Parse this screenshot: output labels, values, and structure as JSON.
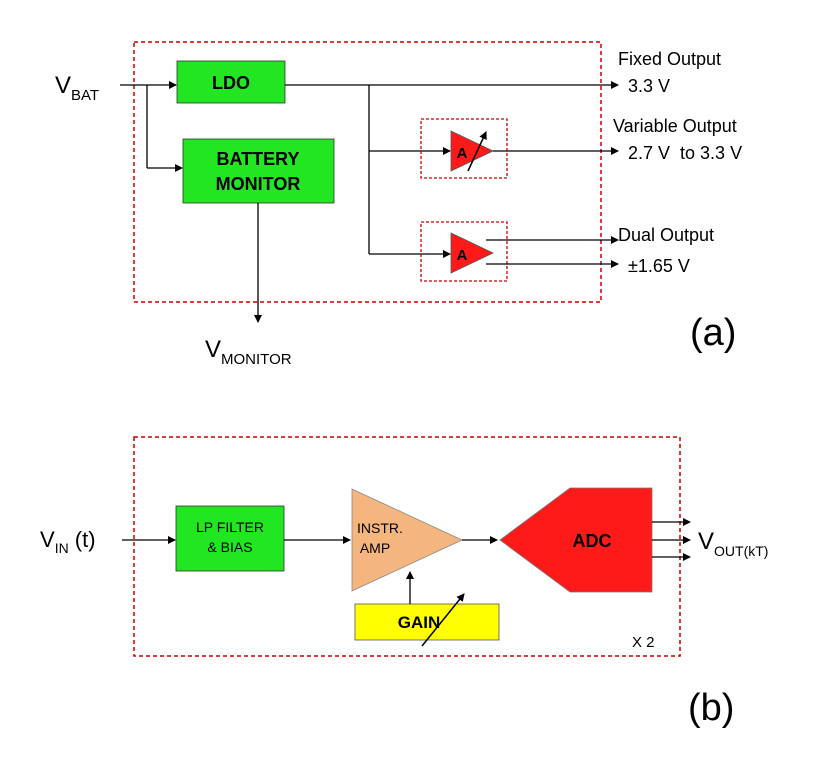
{
  "colors": {
    "green": "#22e622",
    "red": "#ff1a1a",
    "orange": "#f4b67e",
    "yellow": "#ffff00",
    "dashed_border": "#cc0000"
  },
  "diagram_a": {
    "input": {
      "main": "V",
      "sub": "BAT"
    },
    "ldo": "LDO",
    "battery_monitor": [
      "BATTERY",
      "MONITOR"
    ],
    "amp_label_1": "A",
    "amp_label_2": "A",
    "fixed_output": [
      "Fixed Output",
      "3.3 V"
    ],
    "variable_output": [
      "Variable Output",
      "2.7 V  to 3.3 V"
    ],
    "dual_output": [
      "Dual Output",
      "±1.65 V"
    ],
    "monitor_output": {
      "main": "V",
      "sub": "MONITOR"
    },
    "panel_label": "(a)"
  },
  "diagram_b": {
    "input": {
      "main": "V",
      "sub": "IN",
      "suffix": " (t)"
    },
    "lp_filter": [
      "LP FILTER",
      "& BIAS"
    ],
    "instr_amp": [
      "INSTR.",
      "AMP"
    ],
    "gain": "GAIN",
    "adc": "ADC",
    "output": {
      "main": "V",
      "sub": "OUT(kT)"
    },
    "multiplier": "X 2",
    "panel_label": "(b)"
  }
}
